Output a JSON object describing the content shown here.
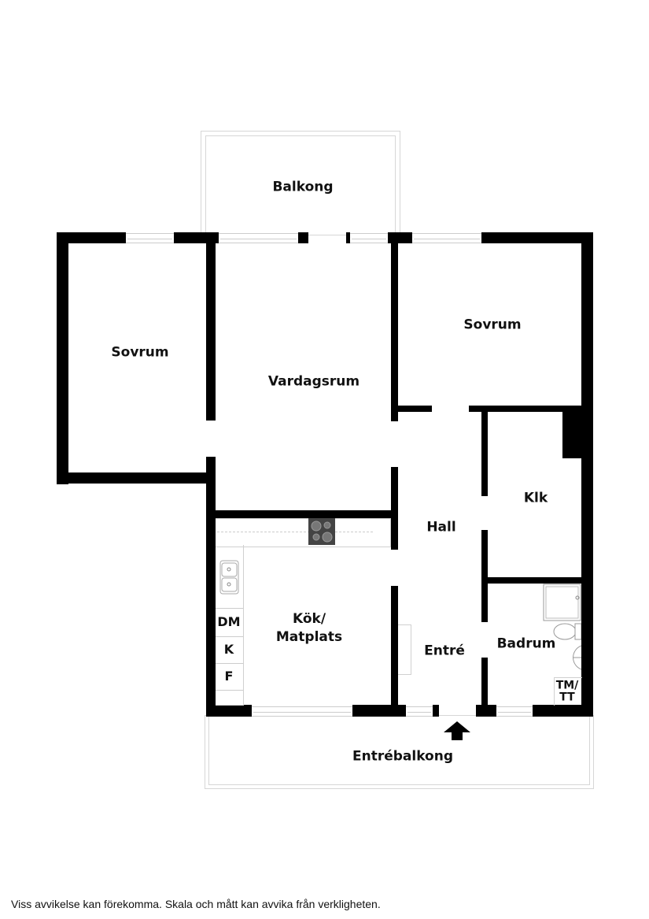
{
  "floorplan": {
    "rooms": {
      "balkong": "Balkong",
      "sovrum_left": "Sovrum",
      "vardagsrum": "Vardagsrum",
      "sovrum_right": "Sovrum",
      "klk": "Klk",
      "hall": "Hall",
      "kok": "Kök/\nMatplats",
      "entre": "Entré",
      "badrum": "Badrum",
      "entrebalkong": "Entrébalkong"
    },
    "fixtures": {
      "dm": "DM",
      "k": "K",
      "f": "F",
      "tm_tt": "TM/\nTT"
    },
    "icons": {
      "entrance": "entrance-arrow-icon",
      "stove": "stove-icon",
      "sink": "sink-icon",
      "shower": "shower-icon",
      "toilet": "toilet-icon",
      "washbasin": "washbasin-icon"
    },
    "colors": {
      "wall": "#000000",
      "window": "#cccccc",
      "stove": "#444444"
    }
  },
  "footer": {
    "disclaimer": "Viss avvikelse kan förekomma. Skala och mått kan avvika från verkligheten."
  }
}
